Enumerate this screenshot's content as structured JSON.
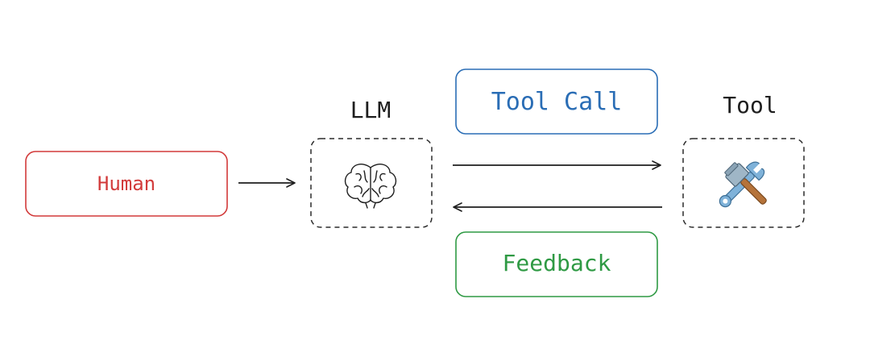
{
  "nodes": {
    "human": {
      "label": "Human",
      "color": "#d23a3a"
    },
    "llm": {
      "title": "LLM",
      "icon": "brain-icon"
    },
    "tool": {
      "title": "Tool",
      "icon": "hammer-and-wrench-icon"
    },
    "tool_call": {
      "label": "Tool Call",
      "color": "#2a6db5"
    },
    "feedback": {
      "label": "Feedback",
      "color": "#2f9a44"
    }
  },
  "colors": {
    "ink": "#1e1e1e",
    "dashed_border": "#2b2b2b"
  }
}
